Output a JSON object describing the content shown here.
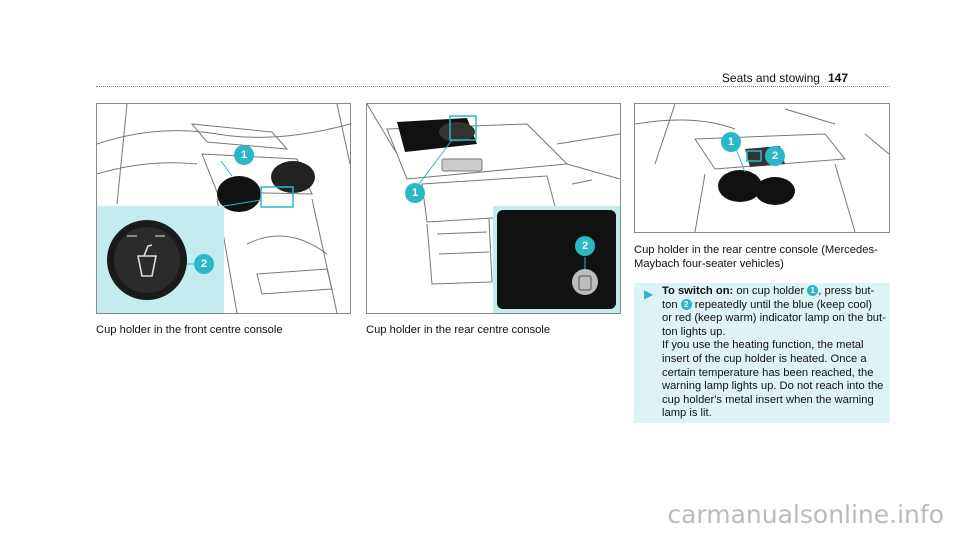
{
  "header": {
    "section": "Seats and stowing",
    "page": "147"
  },
  "figures": [
    {
      "caption": "Cup holder in the front centre console",
      "callouts": [
        "1",
        "2"
      ]
    },
    {
      "caption": "Cup holder in the rear centre console",
      "callouts": [
        "1",
        "2"
      ]
    },
    {
      "caption_line1": "Cup holder in the rear centre console (Mercedes-",
      "caption_line2": "Maybach four-seater vehicles)",
      "callouts": [
        "1",
        "2"
      ]
    }
  ],
  "instruction": {
    "arrow": "▶",
    "lead": "To switch on:",
    "p1a": " on cup holder ",
    "p1b": ", press but-",
    "l2b": " repeatedly until the blue (keep cool)",
    "l3": "or red (keep warm) indicator lamp on the but-",
    "l4": "ton lights up.",
    "l5": "If you use the heating function, the metal",
    "l6": "insert of the cup holder is heated. Once a",
    "l7": "certain temperature has been reached, the",
    "l8": "warning lamp lights up. Do not reach into the",
    "l9": "cup holder's metal insert when the warning",
    "l10": "lamp is lit.",
    "l2a": "ton"
  },
  "watermark": "carmanualsonline.info",
  "colors": {
    "accent": "#2ab8c6",
    "panel": "#def3f6",
    "inset": "#c4ecef"
  }
}
